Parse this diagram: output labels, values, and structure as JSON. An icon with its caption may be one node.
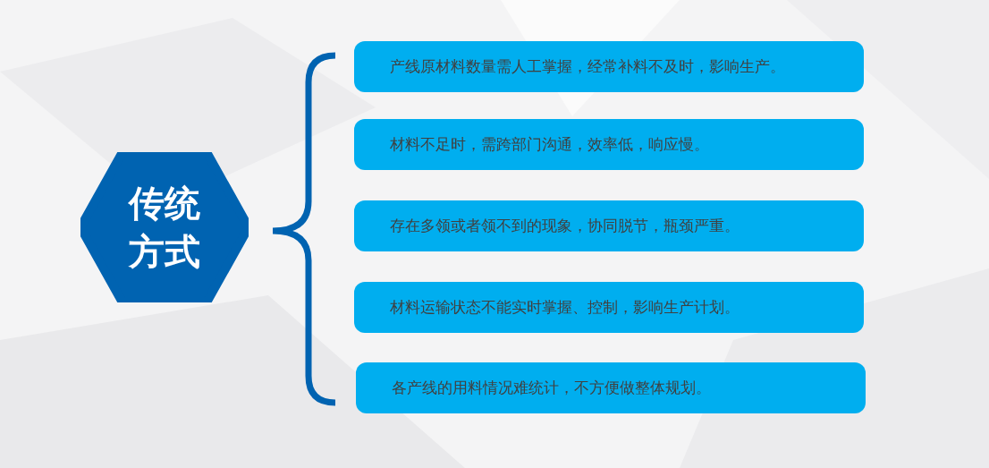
{
  "diagram": {
    "nodes": [
      {
        "text": [
          "传统方式"
        ]
      },
      {
        "text": [
          "产线原材料数量需人工掌握，经常补料不及时，影响生产。"
        ]
      },
      {
        "text": [
          "材料不足时，需跨部门沟通，效率低，响应慢。"
        ]
      },
      {
        "text": [
          "存在多领或者领不到的现象，协同脱节，瓶颈严重。"
        ]
      },
      {
        "text": [
          "材料运输状态不能实时掌握、控制，影响生产计划。"
        ]
      },
      {
        "text": [
          "各产线的用料情况难统计，不方便做整体规划。"
        ]
      }
    ]
  }
}
